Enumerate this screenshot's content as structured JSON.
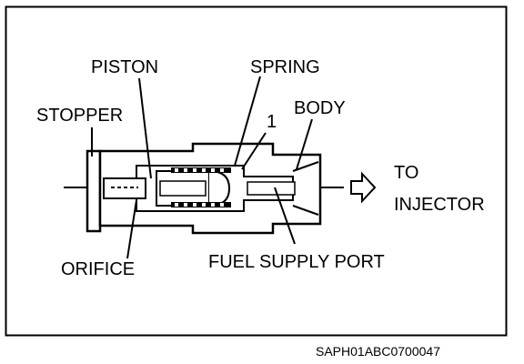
{
  "labels": {
    "piston": "PISTON",
    "spring": "SPRING",
    "stopper": "STOPPER",
    "body": "BODY",
    "callout_1": "1",
    "to": "TO",
    "injector": "INJECTOR",
    "orifice": "ORIFICE",
    "fuel_supply_port": "FUEL SUPPLY PORT"
  },
  "reference_code": "SAPH01ABC0700047",
  "colors": {
    "ink": "#000000",
    "paper": "#ffffff"
  }
}
